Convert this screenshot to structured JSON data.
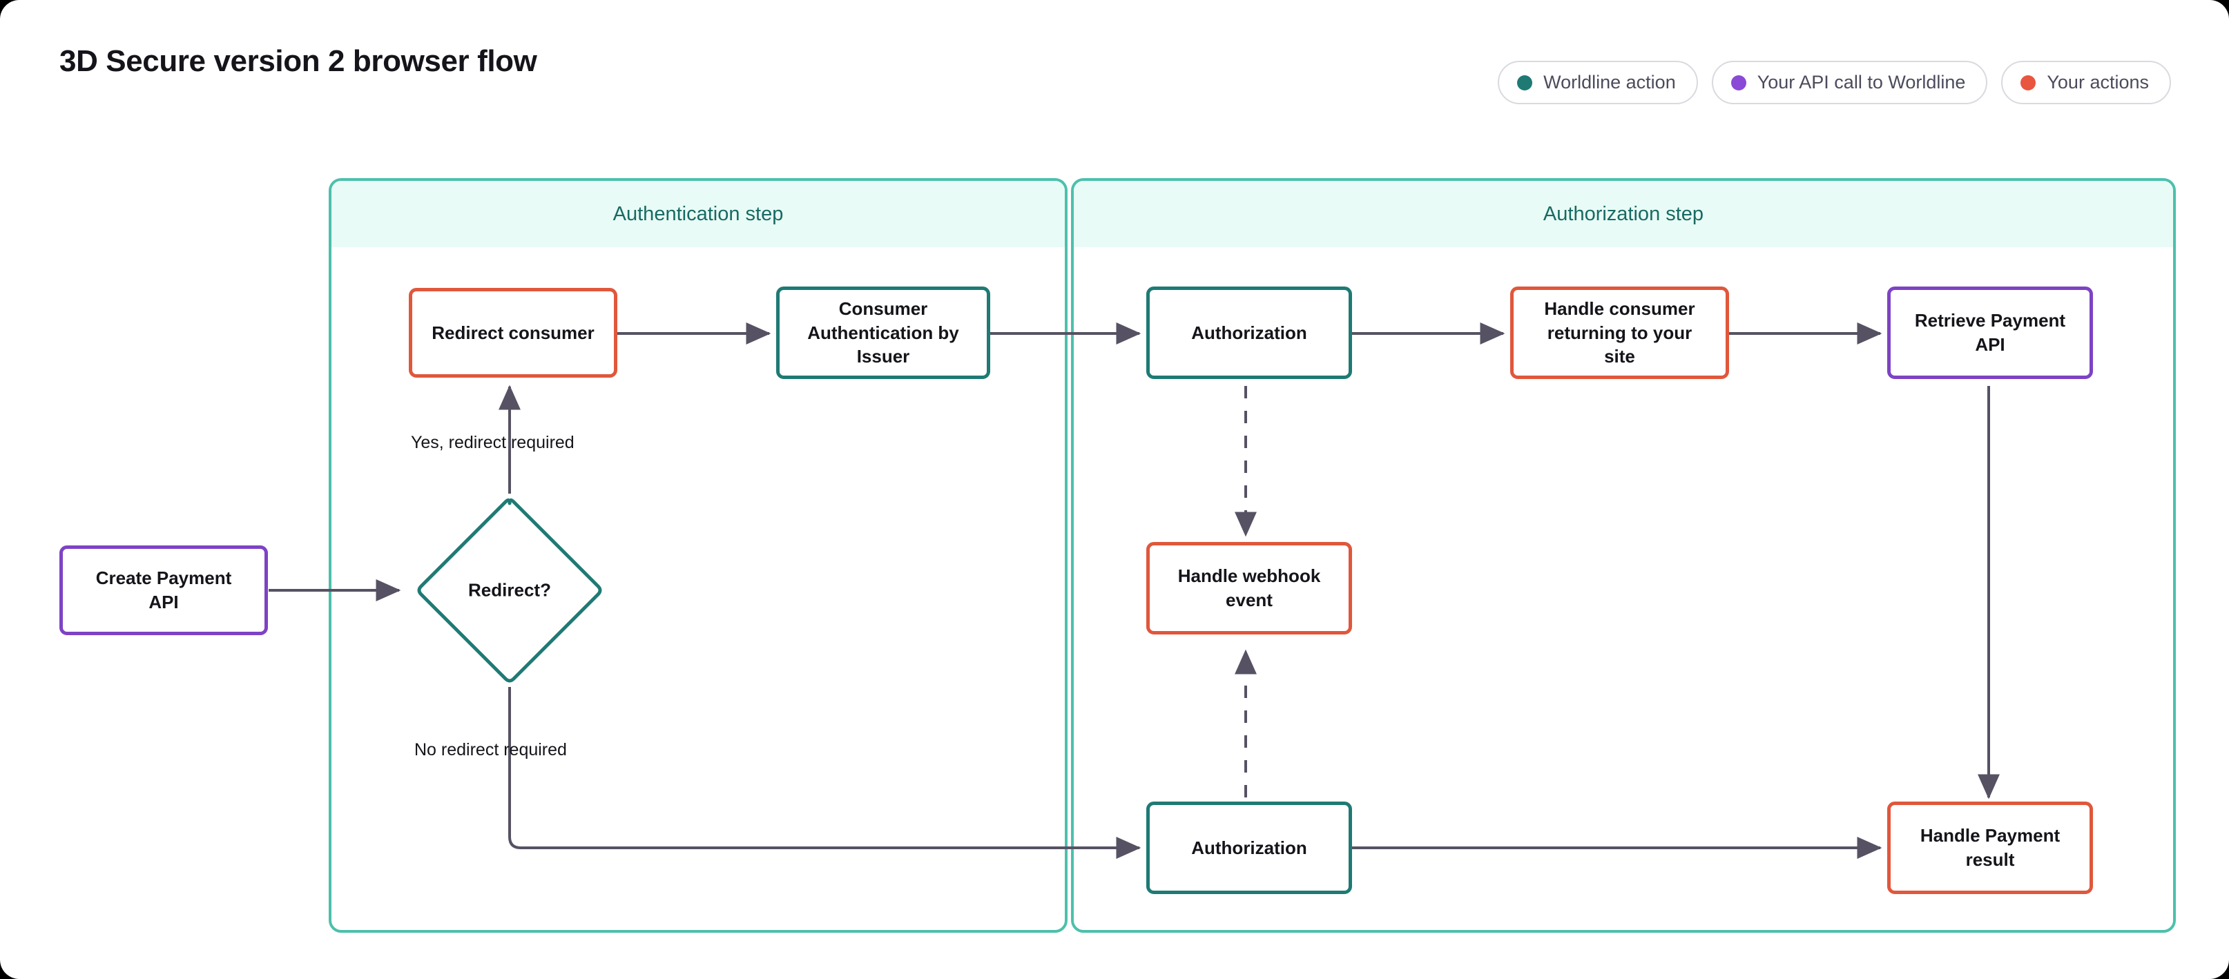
{
  "title": "3D Secure version 2\nbrowser flow",
  "legend": {
    "items": [
      {
        "label": "Worldline action",
        "color": "#1f7a74",
        "icon": "dot-icon"
      },
      {
        "label": "Your API call to Worldline",
        "color": "#8a4ad6",
        "icon": "dot-icon"
      },
      {
        "label": "Your actions",
        "color": "#e8563f",
        "icon": "dot-icon"
      }
    ]
  },
  "colors": {
    "teal": "#1f7a74",
    "red": "#e0573c",
    "purple": "#7d43c4",
    "container_border": "#4cc0ac",
    "container_header_bg": "#e9fbf6",
    "arrow": "#565263",
    "text": "#15141a"
  },
  "steps": [
    {
      "id": "authentication",
      "title": "Authentication step"
    },
    {
      "id": "authorization",
      "title": "Authorization step"
    }
  ],
  "nodes": [
    {
      "id": "create-payment-api",
      "label": "Create Payment\nAPI",
      "type": "purple"
    },
    {
      "id": "redirect-decision",
      "label": "Redirect?",
      "type": "teal-diamond"
    },
    {
      "id": "redirect-consumer",
      "label": "Redirect consumer",
      "type": "red"
    },
    {
      "id": "consumer-authentication-by-issuer",
      "label": "Consumer\nAuthentication by\nIssuer",
      "type": "teal"
    },
    {
      "id": "authorization-top",
      "label": "Authorization",
      "type": "teal"
    },
    {
      "id": "handle-consumer-returning",
      "label": "Handle consumer\nreturning to your\nsite",
      "type": "red"
    },
    {
      "id": "retrieve-payment-api",
      "label": "Retrieve Payment\nAPI",
      "type": "purple"
    },
    {
      "id": "handle-webhook-event",
      "label": "Handle webhook\nevent",
      "type": "red"
    },
    {
      "id": "authorization-bottom",
      "label": "Authorization",
      "type": "teal"
    },
    {
      "id": "handle-payment-result",
      "label": "Handle Payment\nresult",
      "type": "red"
    }
  ],
  "edge_labels": [
    {
      "id": "yes-redirect-required",
      "label": "Yes, redirect required"
    },
    {
      "id": "no-redirect-required",
      "label": "No redirect required"
    }
  ]
}
